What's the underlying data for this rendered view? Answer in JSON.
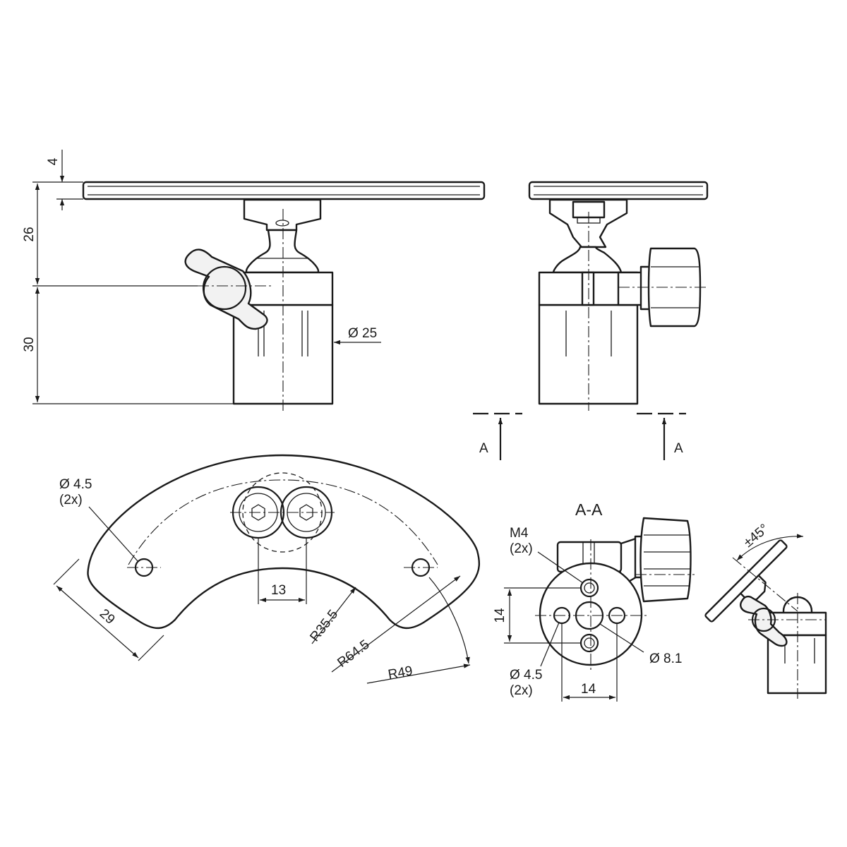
{
  "dimensions": {
    "plate_thickness": "4",
    "head_height": "26",
    "clamp_height": "30",
    "clamp_diameter": "Ø 25",
    "hole_diameter": "Ø 4.5",
    "hole_count": "(2x)",
    "end_width": "29",
    "bolt_spacing": "13",
    "inner_radius": "R35.5",
    "outer_radius": "R64.5",
    "hole_radius": "R49",
    "thread_size": "M4",
    "thread_count": "(2x)",
    "vertical_spacing": "14",
    "horizontal_spacing": "14",
    "bore_diameter": "Ø 8.1",
    "section_hole_diameter": "Ø 4.5",
    "section_hole_count": "(2x)",
    "tilt_angle": "±45°"
  },
  "section": {
    "marker_letter": "A",
    "title": "A-A"
  }
}
